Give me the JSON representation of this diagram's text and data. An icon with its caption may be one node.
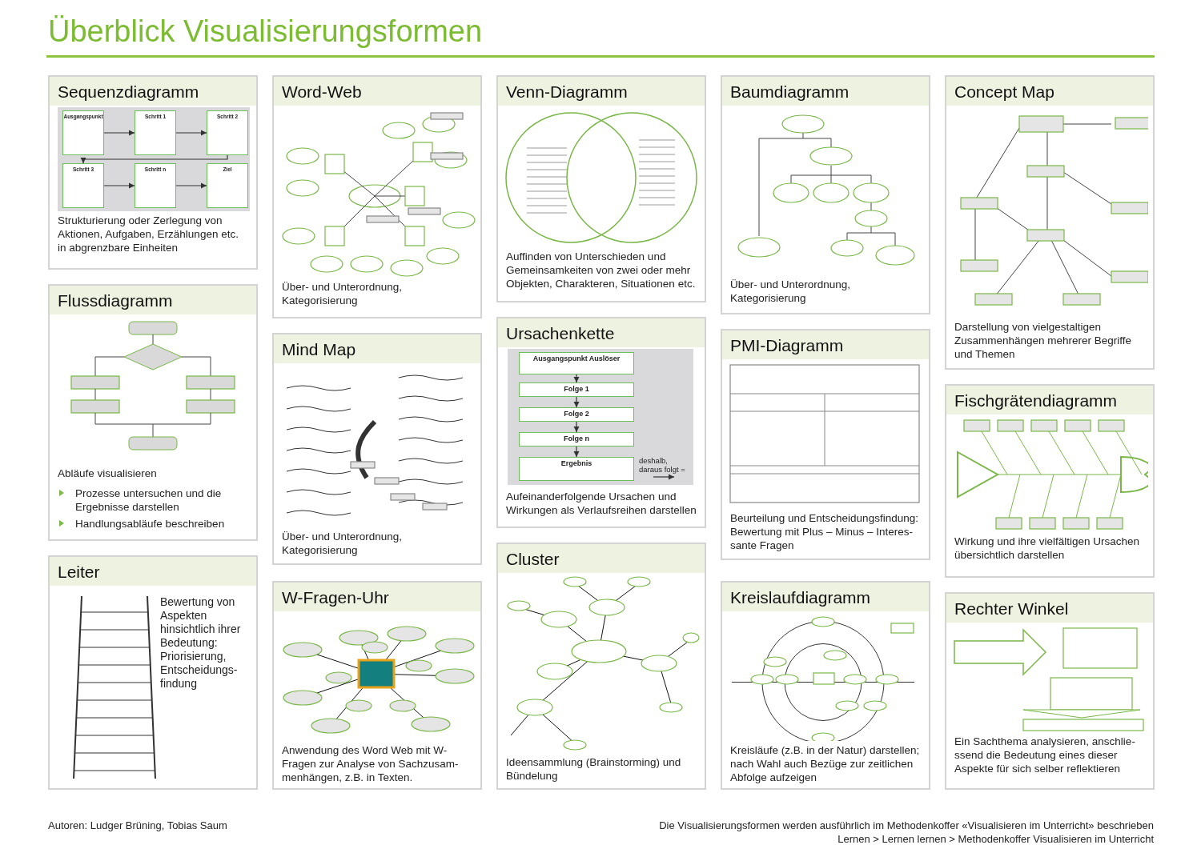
{
  "diagram": {
    "title": "Überblick Visualisierungsformen",
    "nodes": [
      {
        "text": [
          "Sequenzdiagramm",
          "Strukturierung oder Zerlegung von Aktionen, Aufgaben, Erzählungen etc. in abgrenzbare Einheiten"
        ]
      },
      {
        "text": [
          "Ausgangspunkt"
        ],
        "in": 0
      },
      {
        "text": [
          "Schritt 1"
        ],
        "in": 0
      },
      {
        "text": [
          "Schritt 2"
        ],
        "in": 0
      },
      {
        "text": [
          "Schritt 3"
        ],
        "in": 0
      },
      {
        "text": [
          "Schritt n"
        ],
        "in": 0
      },
      {
        "text": [
          "Ziel"
        ],
        "in": 0
      },
      {
        "text": [
          "Flussdiagramm",
          "Abläufe visualisieren",
          "Prozesse untersuchen und die Ergebnisse darstellen",
          "Handlungsabläufe beschreiben"
        ]
      },
      {
        "text": [],
        "shape": "picture",
        "in": 7
      },
      {
        "text": [
          "Leiter",
          "Bewertung von Aspekten hinsichtlich ihrer Bedeutung: Priorisierung, Entscheidungs-findung"
        ]
      },
      {
        "text": [],
        "shape": "picture",
        "in": 9
      },
      {
        "text": [
          "Word-Web",
          "Über- und Unterordnung, Kategorisierung"
        ]
      },
      {
        "text": [],
        "shape": "picture",
        "in": 11
      },
      {
        "text": [
          "Mind Map",
          "Über- und Unterordnung, Kategorisierung"
        ]
      },
      {
        "text": [],
        "shape": "picture",
        "in": 13
      },
      {
        "text": [
          "W-Fragen-Uhr",
          "Anwendung des Word Web mit W-Fragen zur Analyse von Sachzusam-menhängen, z.B. in Texten."
        ]
      },
      {
        "text": [],
        "shape": "picture",
        "in": 15
      },
      {
        "text": [
          "Venn-Diagramm",
          "Auffinden von Unterschieden und Gemeinsamkeiten von zwei oder mehr Objekten, Charakteren, Situationen etc."
        ]
      },
      {
        "text": [],
        "shape": "picture",
        "in": 17
      },
      {
        "text": [
          "Ursachenkette",
          "Aufeinanderfolgende Ursachen und Wirkungen als Verlaufsreihen darstellen"
        ]
      },
      {
        "text": [
          "Ausgangspunkt Auslöser"
        ],
        "in": 19
      },
      {
        "text": [
          "Folge 1"
        ],
        "in": 19
      },
      {
        "text": [
          "Folge 2"
        ],
        "in": 19
      },
      {
        "text": [
          "Folge n"
        ],
        "in": 19
      },
      {
        "text": [
          "Ergebnis"
        ],
        "in": 19
      },
      {
        "text": [
          "Cluster",
          "Ideensammlung (Brainstorming) und Bündelung"
        ]
      },
      {
        "text": [],
        "shape": "picture",
        "in": 25
      },
      {
        "text": [
          "Baumdiagramm",
          "Über- und Unterordnung, Kategorisierung"
        ]
      },
      {
        "text": [],
        "shape": "picture",
        "in": 27
      },
      {
        "text": [
          "PMI-Diagramm",
          "Beurteilung und Entscheidungsfindung: Bewertung mit Plus – Minus – Interes-sante Fragen"
        ]
      },
      {
        "text": [],
        "shape": "picture",
        "in": 29
      },
      {
        "text": [
          "Kreislaufdiagramm",
          "Kreisläufe (z.B. in der Natur) darstellen; nach Wahl auch Bezüge zur zeitlichen Abfolge aufzeigen"
        ]
      },
      {
        "text": [],
        "shape": "picture",
        "in": 31
      },
      {
        "text": [
          "Concept Map",
          "Darstellung von vielgestaltigen Zusammenhängen mehrerer Begriffe und Themen"
        ]
      },
      {
        "text": [],
        "shape": "picture",
        "in": 33
      },
      {
        "text": [
          "Fischgrätendiagramm",
          "Wirkung und ihre vielfältigen Ursachen übersichtlich darstellen"
        ]
      },
      {
        "text": [],
        "shape": "picture",
        "in": 35
      },
      {
        "text": [
          "Rechter Winkel",
          "Ein Sachthema analysieren, anschlie-ssend die Bedeutung eines dieser Aspekte für sich selber reflektieren"
        ]
      },
      {
        "text": [],
        "shape": "picture",
        "in": 37
      }
    ],
    "edges": [
      {
        "from": 1,
        "to": 2,
        "arrow": "to"
      },
      {
        "from": 2,
        "to": 3,
        "arrow": "to"
      },
      {
        "from": 3,
        "to": 4,
        "arrow": "to"
      },
      {
        "from": 4,
        "to": 5,
        "arrow": "to"
      },
      {
        "from": 5,
        "to": 6,
        "arrow": "to"
      },
      {
        "from": 20,
        "to": 21,
        "arrow": "to"
      },
      {
        "from": 21,
        "to": 22,
        "arrow": "to"
      },
      {
        "from": 22,
        "to": 23,
        "arrow": "to"
      },
      {
        "from": 23,
        "to": 24,
        "arrow": "to"
      }
    ],
    "labels": [
      "Autoren: Ludger Brüning, Tobias Saum",
      "Die Visualisierungsformen werden ausführlich im Methodenkoffer «Visualisieren im Unterricht» beschrieben",
      "Lernen > Lernen lernen > Methodenkoffer Visualisieren im Unterricht"
    ],
    "legend": [
      {
        "text": "deshalb, daraus folgt ="
      }
    ]
  }
}
